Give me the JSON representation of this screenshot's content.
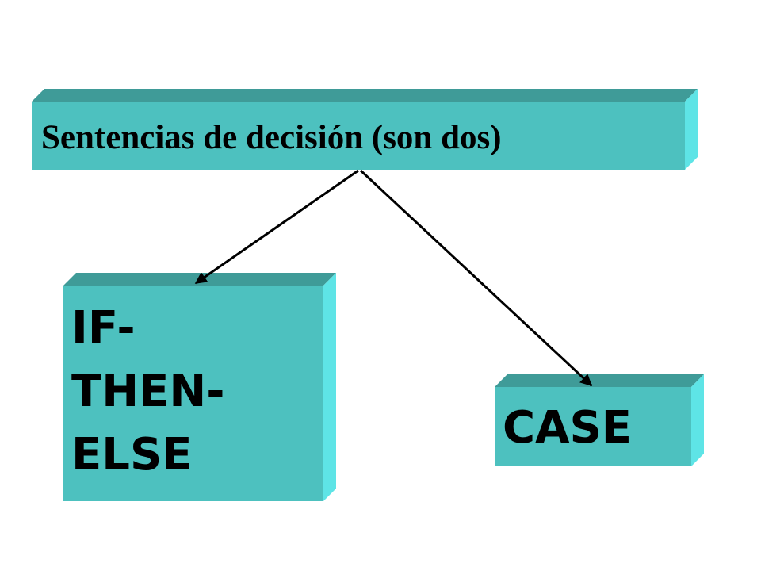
{
  "colors": {
    "box_front": "#4dc1bf",
    "box_top": "#3f9b98",
    "box_side": "#5ee4e6",
    "arrow": "#000000",
    "text": "#000000"
  },
  "title_box": {
    "label": "Sentencias de decisión (son dos)"
  },
  "left_box": {
    "lines": [
      "IF-",
      "THEN-",
      "ELSE"
    ]
  },
  "right_box": {
    "label": "CASE"
  }
}
